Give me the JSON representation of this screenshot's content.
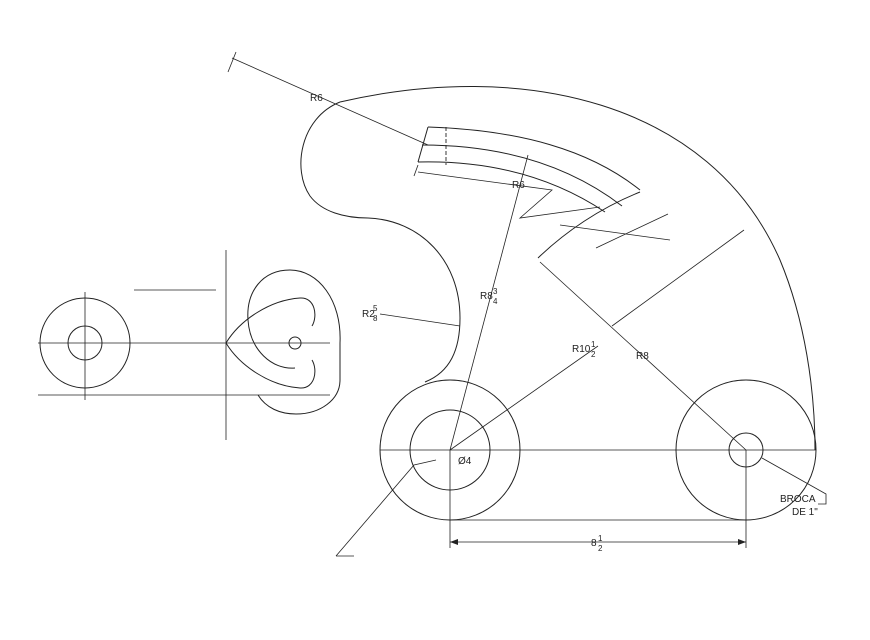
{
  "drawing": {
    "dimensions": {
      "r6_outer": "R6",
      "r6_inner": "R6",
      "r8_3_4": {
        "whole": "R8",
        "num": "3",
        "den": "4"
      },
      "r2_5_8": {
        "whole": "R2",
        "num": "5",
        "den": "8"
      },
      "r10_1_2": {
        "whole": "R10",
        "num": "1",
        "den": "2"
      },
      "r8": "R8",
      "dia4": "Ø4",
      "base_8_1_2": {
        "whole": "8",
        "num": "1",
        "den": "2"
      }
    },
    "notes": {
      "drill_line1": "BROCA",
      "drill_line2": "DE 1\""
    }
  }
}
